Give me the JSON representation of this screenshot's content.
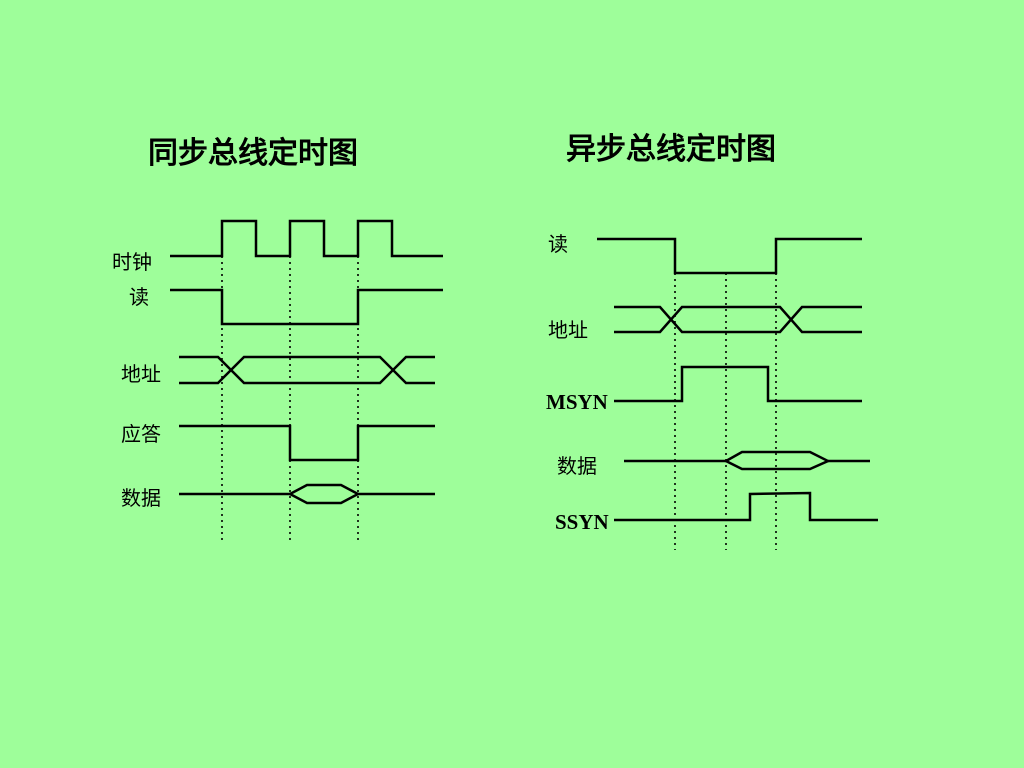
{
  "sync": {
    "title": "同步总线定时图",
    "labels": {
      "clock": "时钟",
      "read": "读",
      "address": "地址",
      "ack": "应答",
      "data": "数据"
    }
  },
  "async": {
    "title": "异步总线定时图",
    "labels": {
      "read": "读",
      "address": "地址",
      "msyn": "MSYN",
      "data": "数据",
      "ssyn": "SSYN"
    }
  },
  "colors": {
    "background": "#9efe9a",
    "ink": "#000000"
  }
}
